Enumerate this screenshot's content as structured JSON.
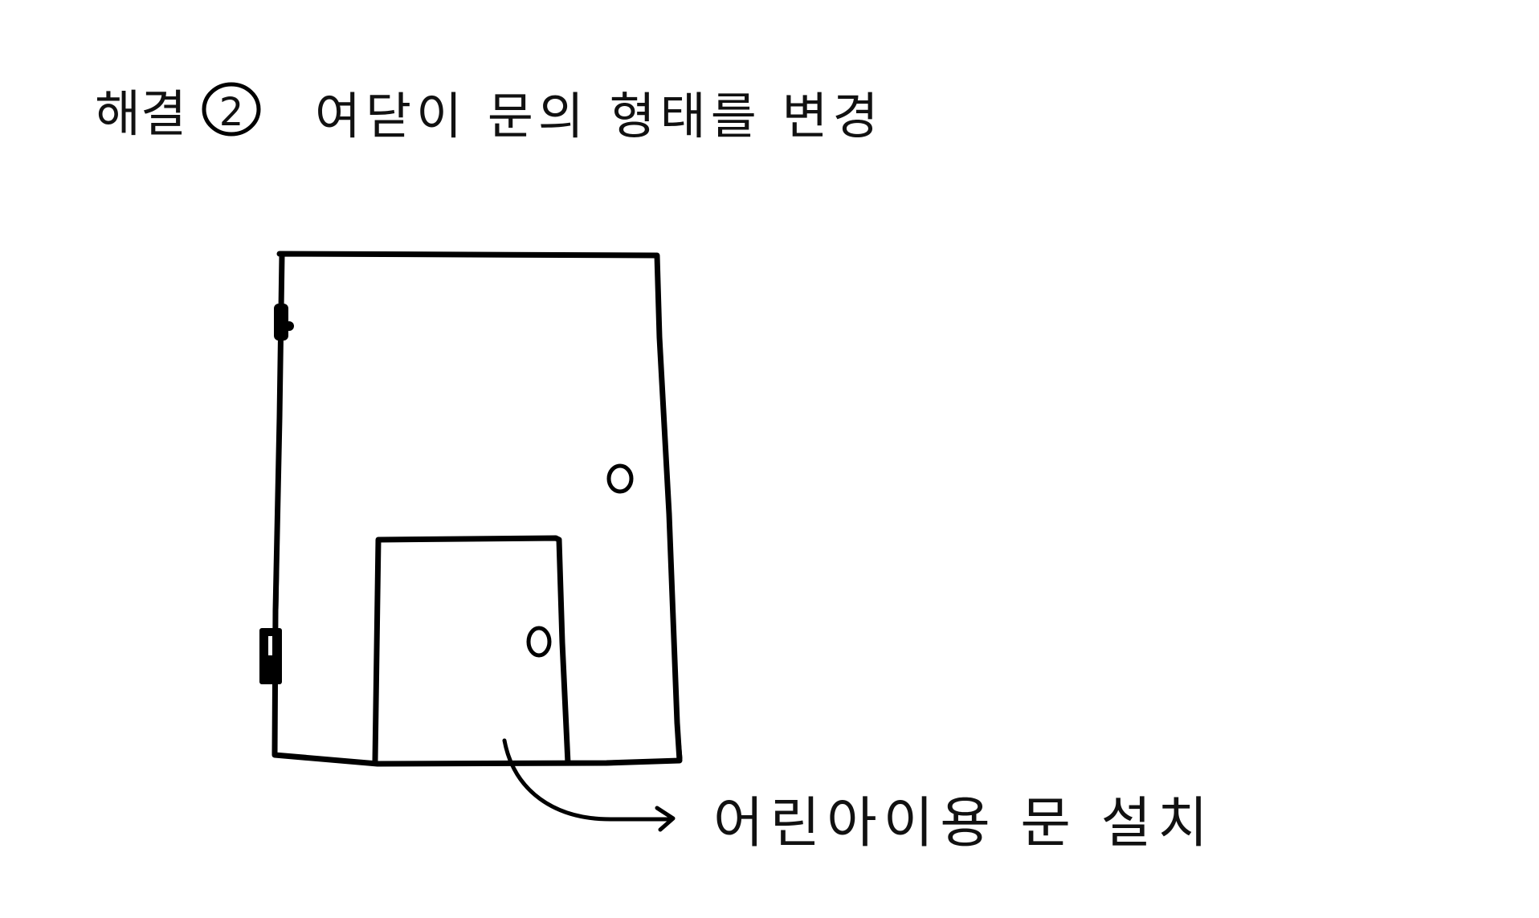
{
  "title": {
    "prefix": "해결",
    "number": "2",
    "text": "여닫이 문의 형태를 변경"
  },
  "annotation": {
    "label": "어린아이용 문 설치"
  },
  "colors": {
    "ink": "#000000",
    "paper": "#ffffff"
  },
  "icons": {
    "circled_number": "circled-number-icon",
    "arrow": "curved-arrow-icon",
    "hinge": "hinge-icon",
    "knob": "door-knob-icon"
  }
}
